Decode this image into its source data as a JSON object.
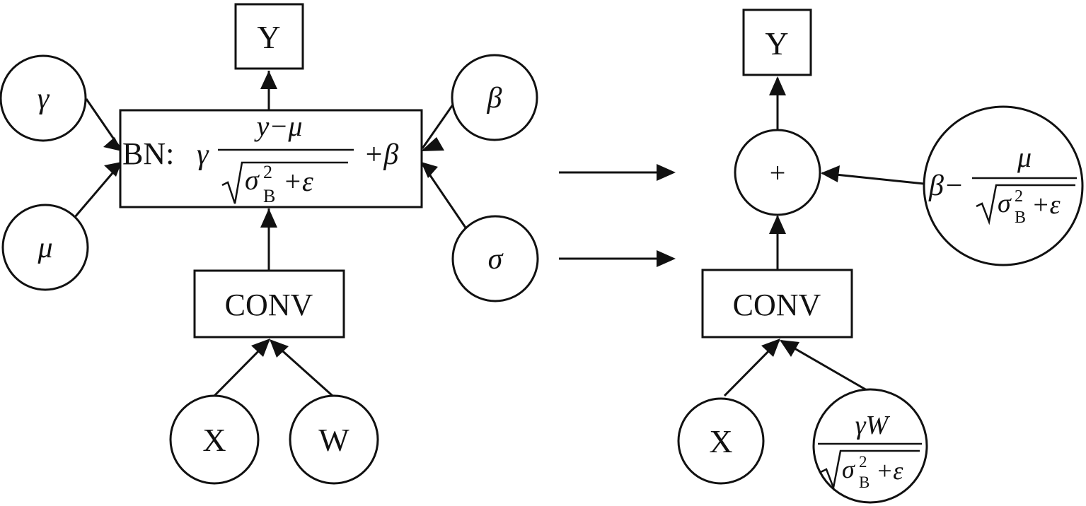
{
  "left": {
    "output": "Y",
    "bn": {
      "prefix": "BN:",
      "gamma": "γ",
      "numerator": "y−μ",
      "sigma": "σ",
      "sup": "2",
      "sub": "B",
      "plus_eps": "+ε",
      "plus_beta": "+β"
    },
    "conv": "CONV",
    "params": {
      "gamma": "γ",
      "mu": "μ",
      "beta": "β",
      "sigma": "σ"
    },
    "inputs": {
      "x": "X",
      "w": "W"
    }
  },
  "right": {
    "output": "Y",
    "add": "+",
    "conv": "CONV",
    "bias": {
      "beta_minus": "β−",
      "numerator": "μ",
      "sigma": "σ",
      "sup": "2",
      "sub": "B",
      "plus_eps": "+ε"
    },
    "inputs": {
      "x": "X",
      "w_numerator": "γW",
      "sigma": "σ",
      "sup": "2",
      "sub": "B",
      "plus_eps": "+ε"
    }
  }
}
